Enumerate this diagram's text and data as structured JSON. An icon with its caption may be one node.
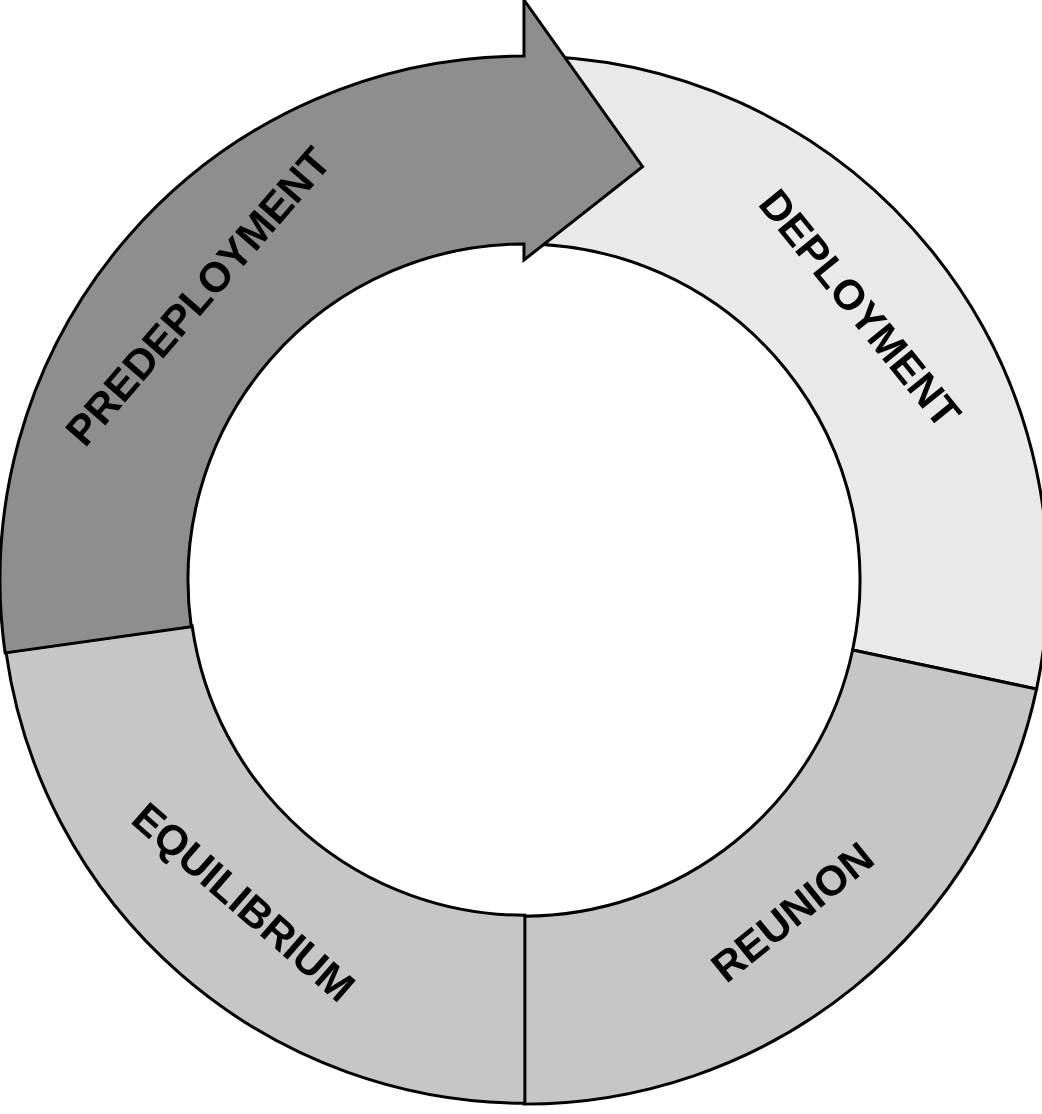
{
  "diagram": {
    "nodes": [
      {
        "text": [
          "PREDEPLOYMENT"
        ]
      },
      {
        "text": [
          "DEPLOYMENT"
        ]
      },
      {
        "text": [
          "REUNION"
        ]
      },
      {
        "text": [
          "EQUILIBRIUM"
        ]
      }
    ]
  }
}
